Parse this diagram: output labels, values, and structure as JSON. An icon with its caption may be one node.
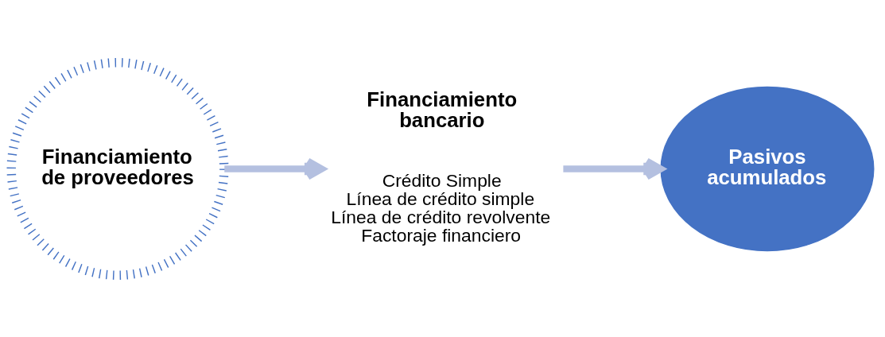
{
  "diagram": {
    "nodes": [
      {
        "text": [
          "Financiamiento de proveedores"
        ]
      },
      {
        "text": [
          "Financiamiento bancario"
        ],
        "beside": [
          "Crédito Simple",
          "Línea de crédito simple",
          "Línea de crédito revolvente",
          "Factoraje financiero"
        ]
      },
      {
        "text": [
          "Pasivos acumulados"
        ]
      }
    ],
    "edges": [
      {
        "from": 0,
        "to": 1,
        "arrow": "to"
      },
      {
        "from": 1,
        "to": 2,
        "arrow": "to"
      }
    ]
  }
}
